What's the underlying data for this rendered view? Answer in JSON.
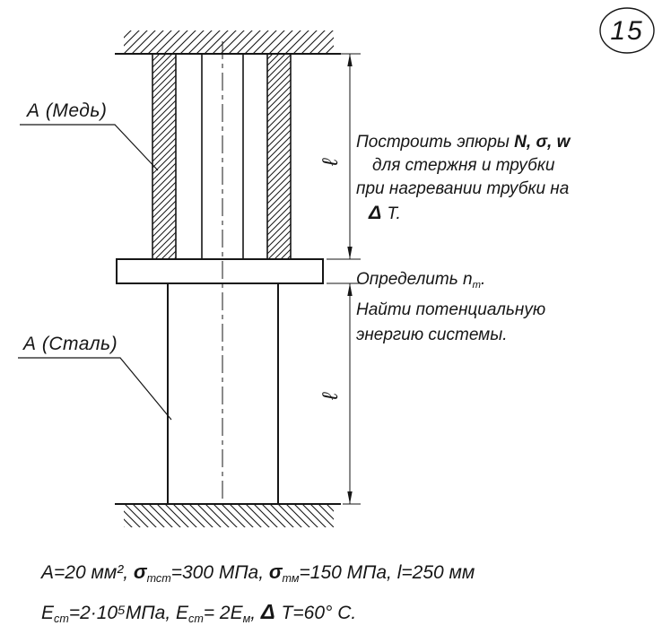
{
  "badge": {
    "number": "15"
  },
  "drawing": {
    "copper_label": "А (Медь)",
    "steel_label": "А (Сталь)",
    "dim_upper": "ℓ",
    "dim_lower": "ℓ"
  },
  "task": {
    "l1a": "Построить эпюры ",
    "l1b": "N, σ, w",
    "l2": "для стержня и трубки",
    "l3": "при нагревании трубки на",
    "l4a": "Δ",
    "l4b": " Т.",
    "l5a": "Определить n",
    "l5b": "т",
    "l5c": ".",
    "l6": "Найти потенциальную",
    "l7": "энергию системы."
  },
  "given": {
    "l1a": "А=20 мм²,  ",
    "l1b": "σ",
    "l1c": "тст",
    "l1d": "=300 МПа,  ",
    "l1e": "σ",
    "l1f": "тм",
    "l1g": "=150 МПа, l=250 мм",
    "l2a": "Е",
    "l2b": "ст",
    "l2c": "=2·10⁵МПа,  ",
    "l2d": "Е",
    "l2e": "ст",
    "l2f": "= 2Е",
    "l2g": "м",
    "l2h": ",  ",
    "l2i": "Δ",
    "l2j": " Т=60° С."
  }
}
